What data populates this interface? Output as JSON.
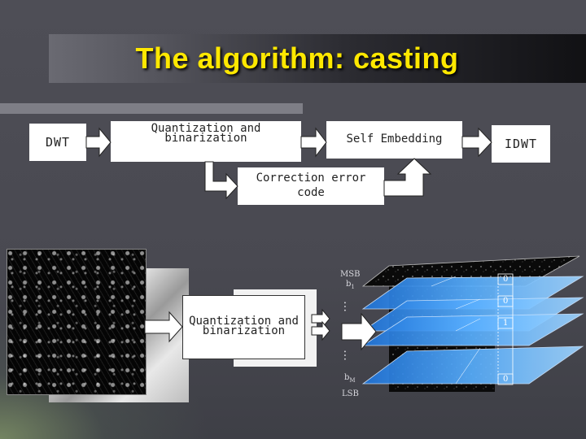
{
  "slide": {
    "title": "The algorithm: casting"
  },
  "flow": {
    "dwt": "DWT",
    "quantization_line1": "Quantization and",
    "quantization_line2": "binarization",
    "self_embedding": "Self Embedding",
    "idwt": "IDWT",
    "correction_line1": "Correction error",
    "correction_line2": "code"
  },
  "illustration": {
    "quantization_line1": "Quantization and",
    "quantization_line2": "binarization",
    "msb": "MSB",
    "b1": "b",
    "b1_sub": "1",
    "bm": "b",
    "bm_sub": "M",
    "lsb": "LSB",
    "dots": "…",
    "bits": [
      "0",
      "0",
      "1",
      "0"
    ]
  },
  "colors": {
    "title": "#ffe800",
    "plane_blue": "#4aa3ff",
    "background": "#4b4b53"
  }
}
